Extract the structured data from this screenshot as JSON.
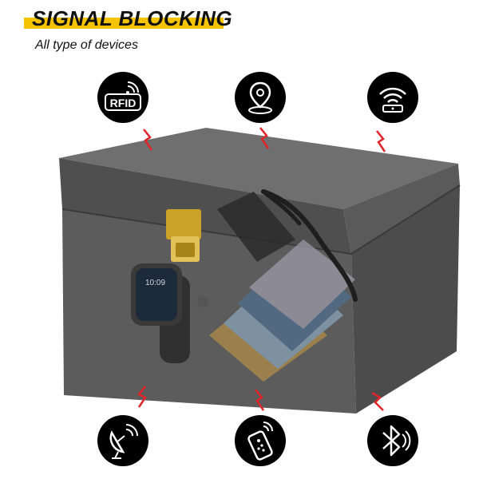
{
  "header": {
    "title": "SIGNAL BLOCKING",
    "subtitle": "All type of devices"
  },
  "icons": {
    "rfid": {
      "label": "RFID"
    },
    "watch_time": "10:09"
  },
  "colors": {
    "accent_yellow": "#f5c400",
    "lightning_red": "#e0242a",
    "icon_bg": "#000000",
    "box_gray": "#5f5f5f"
  }
}
